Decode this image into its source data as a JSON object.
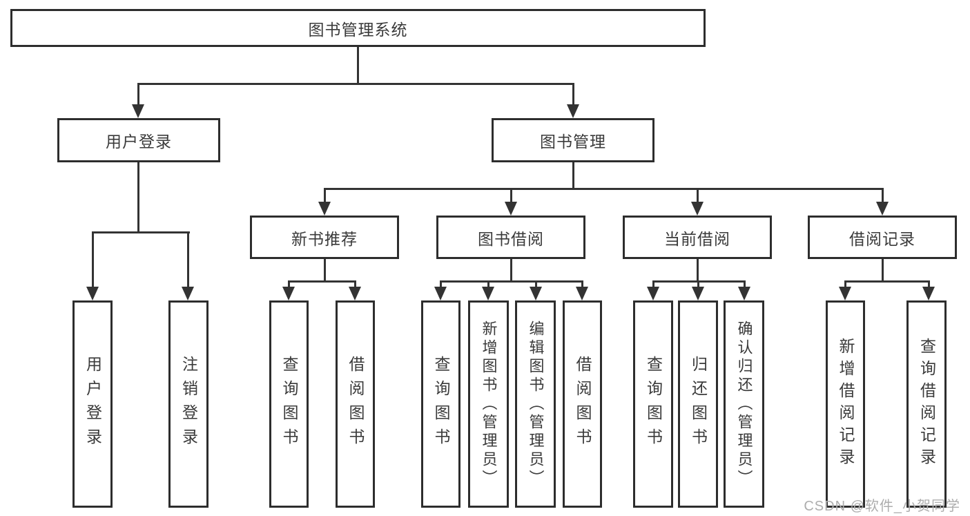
{
  "diagram": {
    "root": {
      "label": "图书管理系统"
    },
    "branches": [
      {
        "label": "用户登录",
        "children": [
          {
            "label": "用户登录"
          },
          {
            "label": "注销登录"
          }
        ]
      },
      {
        "label": "图书管理",
        "children": [
          {
            "label": "新书推荐",
            "children": [
              {
                "label": "查询图书"
              },
              {
                "label": "借阅图书"
              }
            ]
          },
          {
            "label": "图书借阅",
            "children": [
              {
                "label": "查询图书"
              },
              {
                "label": "新增图书（管理员）"
              },
              {
                "label": "编辑图书（管理员）"
              },
              {
                "label": "借阅图书"
              }
            ]
          },
          {
            "label": "当前借阅",
            "children": [
              {
                "label": "查询图书"
              },
              {
                "label": "归还图书"
              },
              {
                "label": "确认归还（管理员）"
              }
            ]
          },
          {
            "label": "借阅记录",
            "children": [
              {
                "label": "新增借阅记录"
              },
              {
                "label": "查询借阅记录"
              }
            ]
          }
        ]
      }
    ]
  },
  "watermark": {
    "text": "CSDN @软件_小贺同学"
  },
  "colors": {
    "line": "#333333",
    "box_border": "#2d2d2d",
    "text": "#3a3a3a",
    "background": "#ffffff",
    "watermark": "#adadad"
  }
}
